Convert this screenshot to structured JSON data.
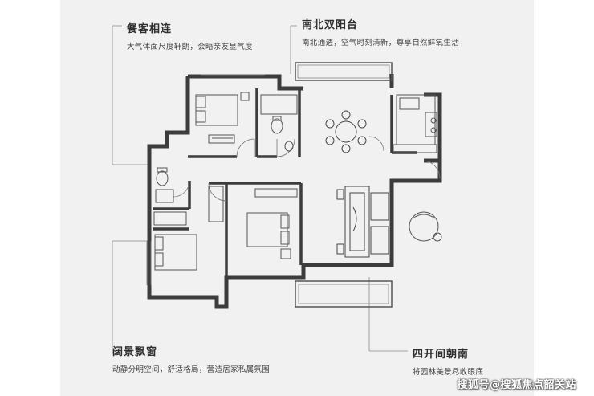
{
  "callouts": {
    "dining": {
      "title": "餐客相连",
      "desc": "大气体面尺度轩朗，会晤亲友显气度"
    },
    "balcony": {
      "title": "南北双阳台",
      "desc": "南北通透，空气时刻清新，尊享自然鲜氧生活"
    },
    "window": {
      "title": "阔景飘窗",
      "desc": "动静分明空间，舒适格局，营造居家私属氛围"
    },
    "south": {
      "title": "四开间朝南",
      "desc": "将园林美景尽收眼底"
    }
  },
  "watermark": "搜狐号@搜狐焦点韶关站",
  "colors": {
    "wall": "#3c3c3c",
    "line": "#6a6a6a",
    "panel": "#f1f1f1",
    "accent": "#2f2f2f"
  },
  "icons": [
    "dining-table-icon",
    "sofa-icon",
    "bed-icon",
    "toilet-icon",
    "kitchen-stove-icon",
    "armchair-icon"
  ]
}
